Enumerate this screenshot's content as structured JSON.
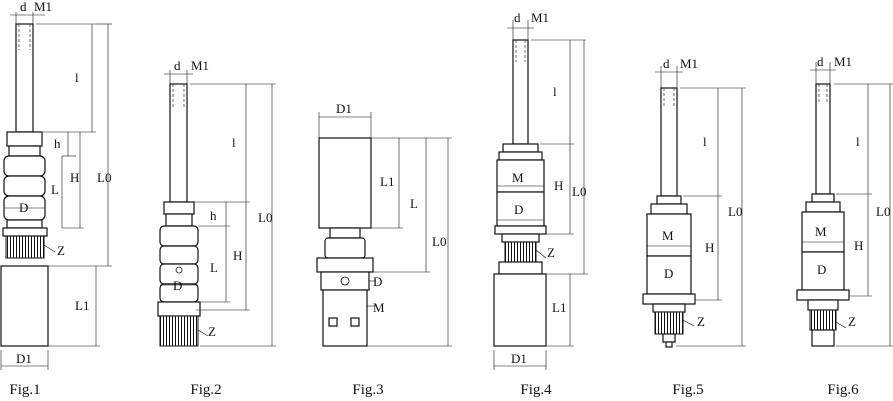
{
  "figures": [
    {
      "caption": "Fig.1",
      "labels": {
        "d": "d",
        "m1": "M1",
        "l": "l",
        "l0": "L0",
        "h": "h",
        "H": "H",
        "L": "L",
        "D": "D",
        "Z": "Z",
        "l1": "L1",
        "d1": "D1"
      }
    },
    {
      "caption": "Fig.2",
      "labels": {
        "d": "d",
        "m1": "M1",
        "l": "l",
        "l0": "L0",
        "h": "h",
        "L": "L",
        "H": "H",
        "D": "D",
        "Z": "Z"
      }
    },
    {
      "caption": "Fig.3",
      "labels": {
        "d1": "D1",
        "l1": "L1",
        "L": "L",
        "l0": "L0",
        "D": "D",
        "M": "M"
      }
    },
    {
      "caption": "Fig.4",
      "labels": {
        "d": "d",
        "m1": "M1",
        "l": "l",
        "l0": "L0",
        "M": "M",
        "H": "H",
        "D": "D",
        "Z": "Z",
        "l1": "L1",
        "d1": "D1"
      }
    },
    {
      "caption": "Fig.5",
      "labels": {
        "d": "d",
        "m1": "M1",
        "l": "l",
        "l0": "L0",
        "M": "M",
        "H": "H",
        "D": "D",
        "Z": "Z"
      }
    },
    {
      "caption": "Fig.6",
      "labels": {
        "d": "d",
        "m1": "M1",
        "l": "l",
        "l0": "L0",
        "M": "M",
        "H": "H",
        "D": "D",
        "Z": "Z"
      }
    }
  ]
}
